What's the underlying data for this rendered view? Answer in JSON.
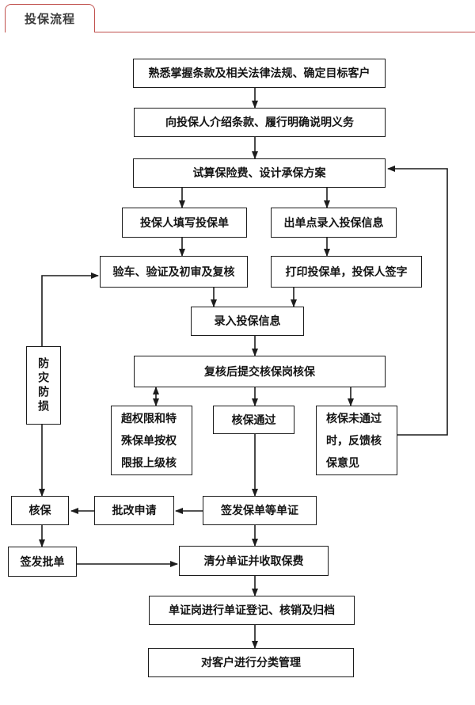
{
  "page": {
    "tab_label": "投保流程",
    "colors": {
      "accent": "#c0504d",
      "line": "#1c1c1c",
      "node_bg": "#ffffff",
      "text": "#141414"
    }
  },
  "flowchart": {
    "nodes": {
      "study_terms": "熟悉掌握条款及相关法律法规、确定目标客户",
      "introduce_terms": "向投保人介绍条款、履行明确说明义务",
      "calc_premium": "试算保险费、设计承保方案",
      "fill_form": "投保人填写投保单",
      "entry_point_input": "出单点录入投保信息",
      "inspect_verify": "验车、验证及初审及复核",
      "print_sign": "打印投保单，投保人签字",
      "input_info": "录入投保信息",
      "submit_review": "复核后提交核保岗核保",
      "over_authority": "超权限和特\n殊保单按权\n限报上级核",
      "approved": "核保通过",
      "not_approved": "核保未通过\n时，反馈核\n保意见",
      "prevention": "防灾防损",
      "underwrite": "核保",
      "endorse_apply": "批改申请",
      "issue_policy": "签发保单等单证",
      "issue_endorsement": "签发批单",
      "sort_collect": "清分单证并收取保费",
      "register_archive": "单证岗进行单证登记、核销及归档",
      "classify_customers": "对客户进行分类管理"
    }
  }
}
